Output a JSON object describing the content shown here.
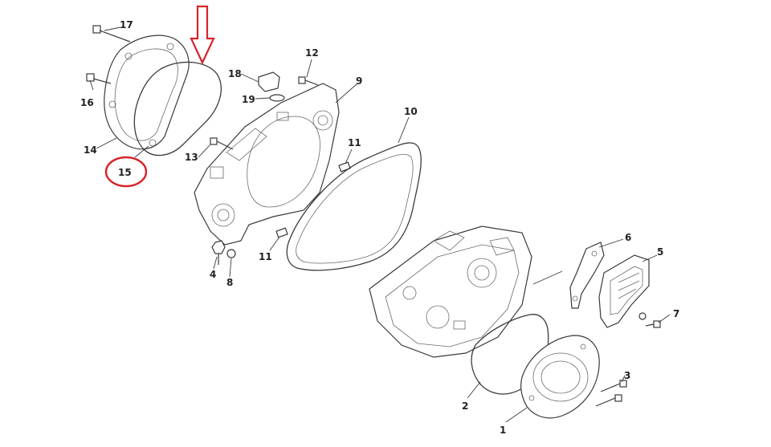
{
  "diagram": {
    "callouts": {
      "p1": "1",
      "p2": "2",
      "p3": "3",
      "p4": "4",
      "p5": "5",
      "p6": "6",
      "p7": "7",
      "p8": "8",
      "p9": "9",
      "p10": "10",
      "p11a": "11",
      "p11b": "11",
      "p12": "12",
      "p13": "13",
      "p14": "14",
      "p15": "15",
      "p16": "16",
      "p17": "17",
      "p18": "18",
      "p19": "19"
    },
    "highlight_color": "#d7242b",
    "highlighted_part": "15"
  }
}
